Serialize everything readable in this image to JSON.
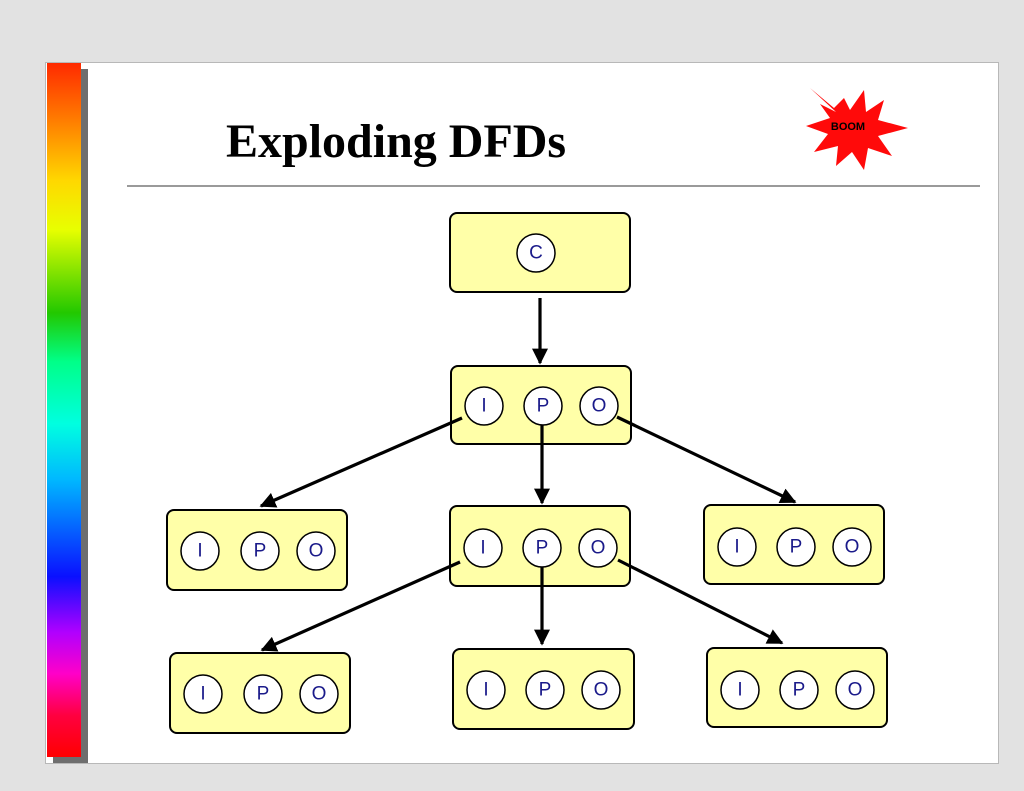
{
  "slide": {
    "title": "Exploding DFDs",
    "badge_label": "BOOM"
  },
  "diagram": {
    "root": {
      "label": "C"
    },
    "levels": [
      [
        "I",
        "P",
        "O"
      ],
      [
        "I",
        "P",
        "O"
      ]
    ],
    "nodes": [
      {
        "id": "root",
        "labels": [
          "C"
        ]
      },
      {
        "id": "l1",
        "labels": [
          "I",
          "P",
          "O"
        ]
      },
      {
        "id": "l2-left",
        "labels": [
          "I",
          "P",
          "O"
        ]
      },
      {
        "id": "l2-mid",
        "labels": [
          "I",
          "P",
          "O"
        ]
      },
      {
        "id": "l2-right",
        "labels": [
          "I",
          "P",
          "O"
        ]
      },
      {
        "id": "l3-left",
        "labels": [
          "I",
          "P",
          "O"
        ]
      },
      {
        "id": "l3-mid",
        "labels": [
          "I",
          "P",
          "O"
        ]
      },
      {
        "id": "l3-right",
        "labels": [
          "I",
          "P",
          "O"
        ]
      }
    ],
    "edges": [
      {
        "from": "root",
        "to": "l1"
      },
      {
        "from": "l1",
        "to": "l2-left"
      },
      {
        "from": "l1",
        "to": "l2-mid"
      },
      {
        "from": "l1",
        "to": "l2-right"
      },
      {
        "from": "l2-mid",
        "to": "l3-left"
      },
      {
        "from": "l2-mid",
        "to": "l3-mid"
      },
      {
        "from": "l2-mid",
        "to": "l3-right"
      }
    ]
  },
  "colors": {
    "box_fill": "#ffffa8",
    "bubble_text": "#1a1a8a",
    "badge": "#ff0a0a"
  }
}
